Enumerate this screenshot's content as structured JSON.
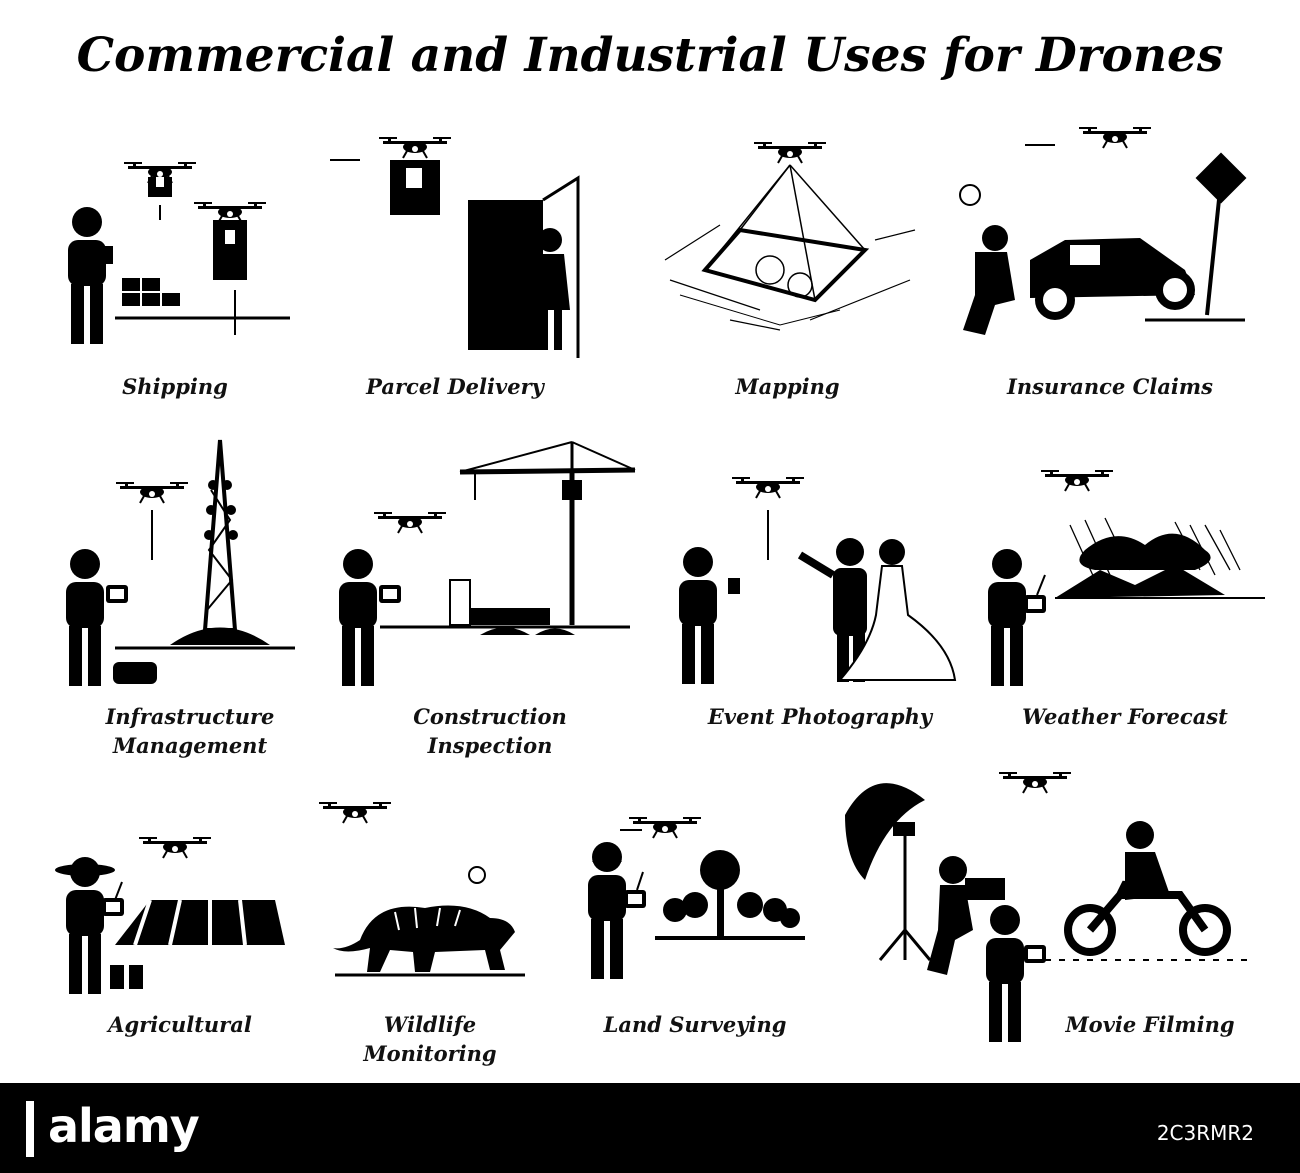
{
  "title": "Commercial and Industrial Uses for Drones",
  "uses": [
    {
      "id": "shipping",
      "label": "Shipping"
    },
    {
      "id": "parcel-delivery",
      "label": "Parcel Delivery"
    },
    {
      "id": "mapping",
      "label": "Mapping"
    },
    {
      "id": "insurance-claims",
      "label": "Insurance Claims"
    },
    {
      "id": "infrastructure-management",
      "label": "Infrastructure\nManagement"
    },
    {
      "id": "construction-inspection",
      "label": "Construction\nInspection"
    },
    {
      "id": "event-photography",
      "label": "Event Photography"
    },
    {
      "id": "weather-forecast",
      "label": "Weather Forecast"
    },
    {
      "id": "agricultural",
      "label": "Agricultural"
    },
    {
      "id": "wildlife-monitoring",
      "label": "Wildlife Monitoring"
    },
    {
      "id": "land-surveying",
      "label": "Land Surveying"
    },
    {
      "id": "movie-filming",
      "label": "Movie Filming"
    }
  ],
  "footer": {
    "brand": "alamy",
    "stock_id": "2C3RMR2"
  },
  "colors": {
    "ink": "#000000",
    "background": "#ffffff",
    "footer": "#000000"
  }
}
